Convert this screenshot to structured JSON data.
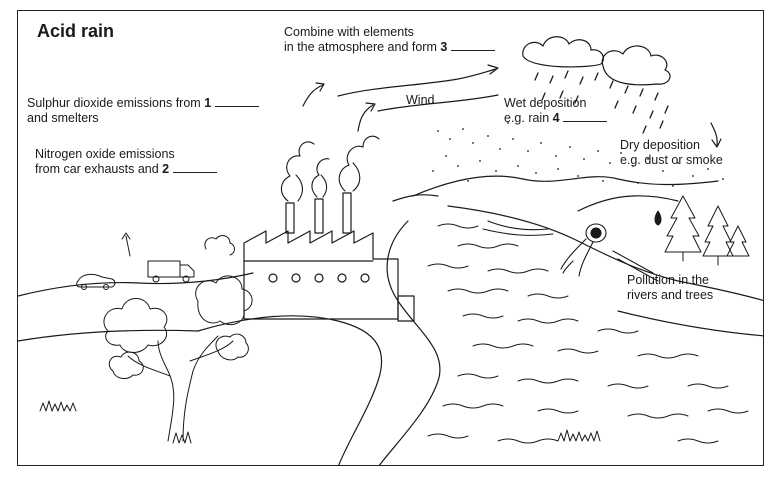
{
  "title": "Acid rain",
  "labels": {
    "combine_line1": "Combine with elements",
    "combine_line2": "in the atmosphere and form",
    "combine_num": "3",
    "sulphur_line1": "Sulphur dioxide emissions from",
    "sulphur_num": "1",
    "sulphur_line2": "and smelters",
    "nitrogen_line1": "Nitrogen oxide emissions",
    "nitrogen_line2": "from car exhausts and",
    "nitrogen_num": "2",
    "wind": "Wind",
    "wet_line1": "Wet deposition",
    "wet_line2": "e.g. rain",
    "wet_num": "4",
    "dry_line1": "Dry deposition",
    "dry_line2": "e.g. dust or smoke",
    "pollution_line1": "Pollution in the",
    "pollution_line2": "rivers and trees"
  },
  "colors": {
    "ink": "#1a1a1a",
    "background": "#ffffff"
  }
}
